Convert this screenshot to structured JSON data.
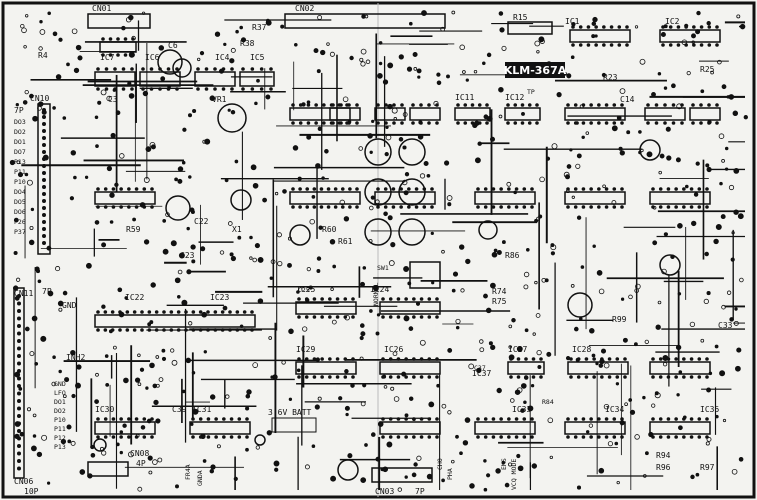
{
  "board": {
    "model": "KLM-367A",
    "connectors": {
      "cn01": "CN01",
      "cn02": "CN02",
      "cn03": "CN03",
      "cn06": "CN06",
      "cn08": "CN08",
      "cn10": "CN10",
      "cn11": "CN11",
      "p7": "7P",
      "p4": "4P",
      "p10": "10P"
    },
    "ics": {
      "ic1": "IC1",
      "ic2": "IC2",
      "ic4": "IC4",
      "ic5": "IC5",
      "ic6": "IC6",
      "ic7": "IC7",
      "ic11": "IC11",
      "ic12": "IC12",
      "ic22": "IC22",
      "ic23": "IC23",
      "ic24": "IC24",
      "ic25": "IC25",
      "ic26": "IC26",
      "ic27": "IC27",
      "ic28": "IC28",
      "ic29": "IC29",
      "ic30": "IC30",
      "ic31": "IC31",
      "ic33": "IC33",
      "ic34": "IC34",
      "ic35": "IC35",
      "ic37": "IC37"
    },
    "resistors": {
      "r4": "R4",
      "r15": "R15",
      "r23": "R23",
      "r25": "R25",
      "r37": "R37",
      "r38": "R38",
      "r59": "R59",
      "r60": "R60",
      "r61": "R61",
      "r74": "R74",
      "r75": "R75",
      "r84": "R84",
      "r86": "R86",
      "r94": "R94",
      "r96": "R96",
      "r97": "R97",
      "r99": "R99"
    },
    "caps": {
      "c3": "C3",
      "c6": "C6",
      "c14": "C14",
      "c22": "C22",
      "c23": "C23",
      "c25": "C25",
      "c33": "C33",
      "c37": "C37",
      "c39": "C39"
    },
    "misc": {
      "vr1": "VR1",
      "x1": "X1",
      "sw1": "SW1",
      "batt": "3.6V BATT",
      "normal": "NORMAL",
      "gnd": "GND",
      "inh2": "INH2",
      "tp": "TP",
      "ems": "EMS",
      "vcq_mode": "VCQ MODE",
      "pha": "PHA",
      "cho": "CHO",
      "fr4a": "FR4A",
      "gnda": "GNDA"
    },
    "pins_left": [
      "DO3",
      "DO2",
      "DO1",
      "DO7",
      "P13",
      "P11",
      "P10",
      "DO4",
      "DO5",
      "DO6",
      "P26",
      "P37"
    ],
    "pins_bottom_left": [
      "GND",
      "LFO",
      "DO1",
      "DO2",
      "P10",
      "P11",
      "P12",
      "P13"
    ],
    "colors": {
      "board": "#f3f3f0",
      "ink": "#111111"
    }
  }
}
